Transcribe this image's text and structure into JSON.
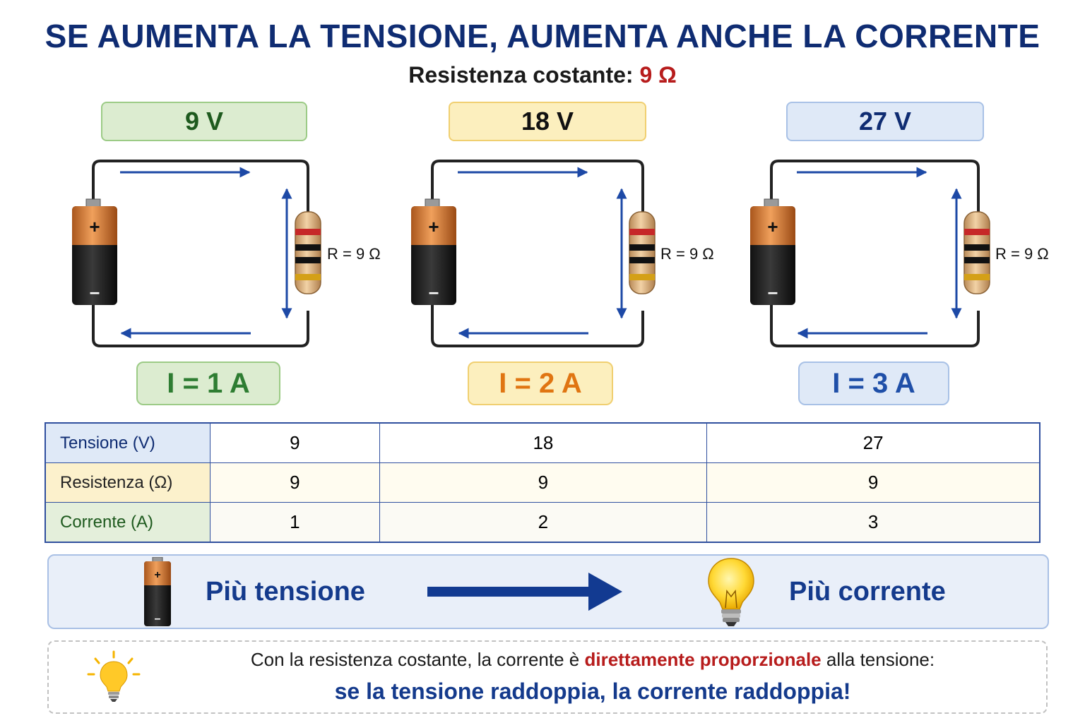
{
  "title": "SE AUMENTA LA TENSIONE, AUMENTA ANCHE LA CORRENTE",
  "subtitle": {
    "prefix": "Resistenza costante:",
    "value": "9 Ω"
  },
  "circuits": [
    {
      "voltage": "9 V",
      "resistor_label": "R = 9 Ω",
      "current": "I = 1 A"
    },
    {
      "voltage": "18 V",
      "resistor_label": "R = 9 Ω",
      "current": "I = 2 A"
    },
    {
      "voltage": "27 V",
      "resistor_label": "R = 9 Ω",
      "current": "I = 3 A"
    }
  ],
  "battery": {
    "plus": "+",
    "minus": "–"
  },
  "table": {
    "rows": [
      {
        "label": "Tensione (V)",
        "values": [
          "9",
          "18",
          "27"
        ]
      },
      {
        "label": "Resistenza (Ω)",
        "values": [
          "9",
          "9",
          "9"
        ]
      },
      {
        "label": "Corrente (A)",
        "values": [
          "1",
          "2",
          "3"
        ]
      }
    ]
  },
  "panel": {
    "left": "Più tensione",
    "right": "Più corrente"
  },
  "note": {
    "line1_before": "Con la resistenza costante, la corrente è",
    "line1_highlight": "direttamente proporzionale",
    "line1_after": "alla tensione:",
    "line2": "se la tensione raddoppia, la corrente raddoppia!"
  },
  "colors": {
    "title": "#0f2c72",
    "accent_red": "#b71c1c",
    "arrow_blue": "#1d49a6"
  },
  "icons": [
    "battery-icon",
    "resistor-icon",
    "arrow-right-icon",
    "light-bulb-icon"
  ]
}
